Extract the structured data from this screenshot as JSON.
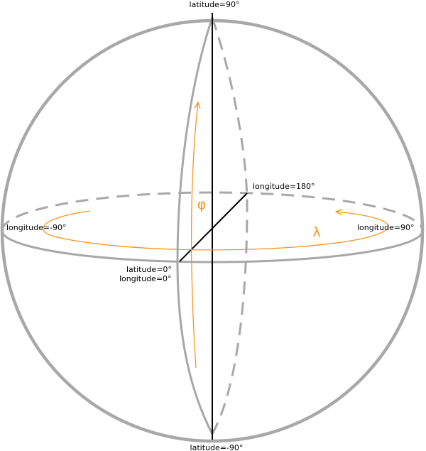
{
  "labels": {
    "north_pole": "latitude=90°",
    "south_pole": "latitude=-90°",
    "lon_180": "longitude=180°",
    "lon_minus_90": "longitude=-90°",
    "lon_90": "longitude=90°",
    "origin_lat": "latitude=0°",
    "origin_lon": "longitude=0°"
  },
  "symbols": {
    "phi": "φ",
    "lambda": "λ"
  },
  "colors": {
    "sphere": "#a8a8a8",
    "axis": "#000000",
    "accent": "#f7941d"
  }
}
